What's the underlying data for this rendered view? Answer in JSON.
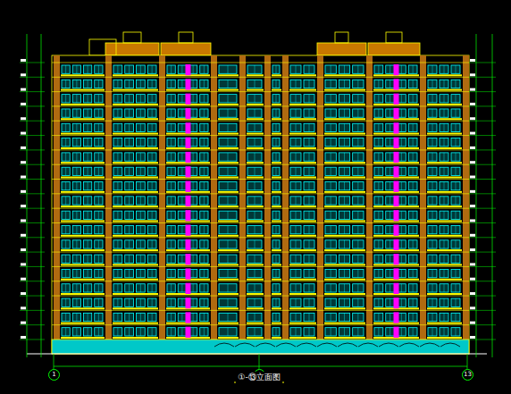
{
  "diagram": {
    "caption": "①-⑬立面图",
    "labels": [
      "1",
      "7",
      "13"
    ]
  }
}
